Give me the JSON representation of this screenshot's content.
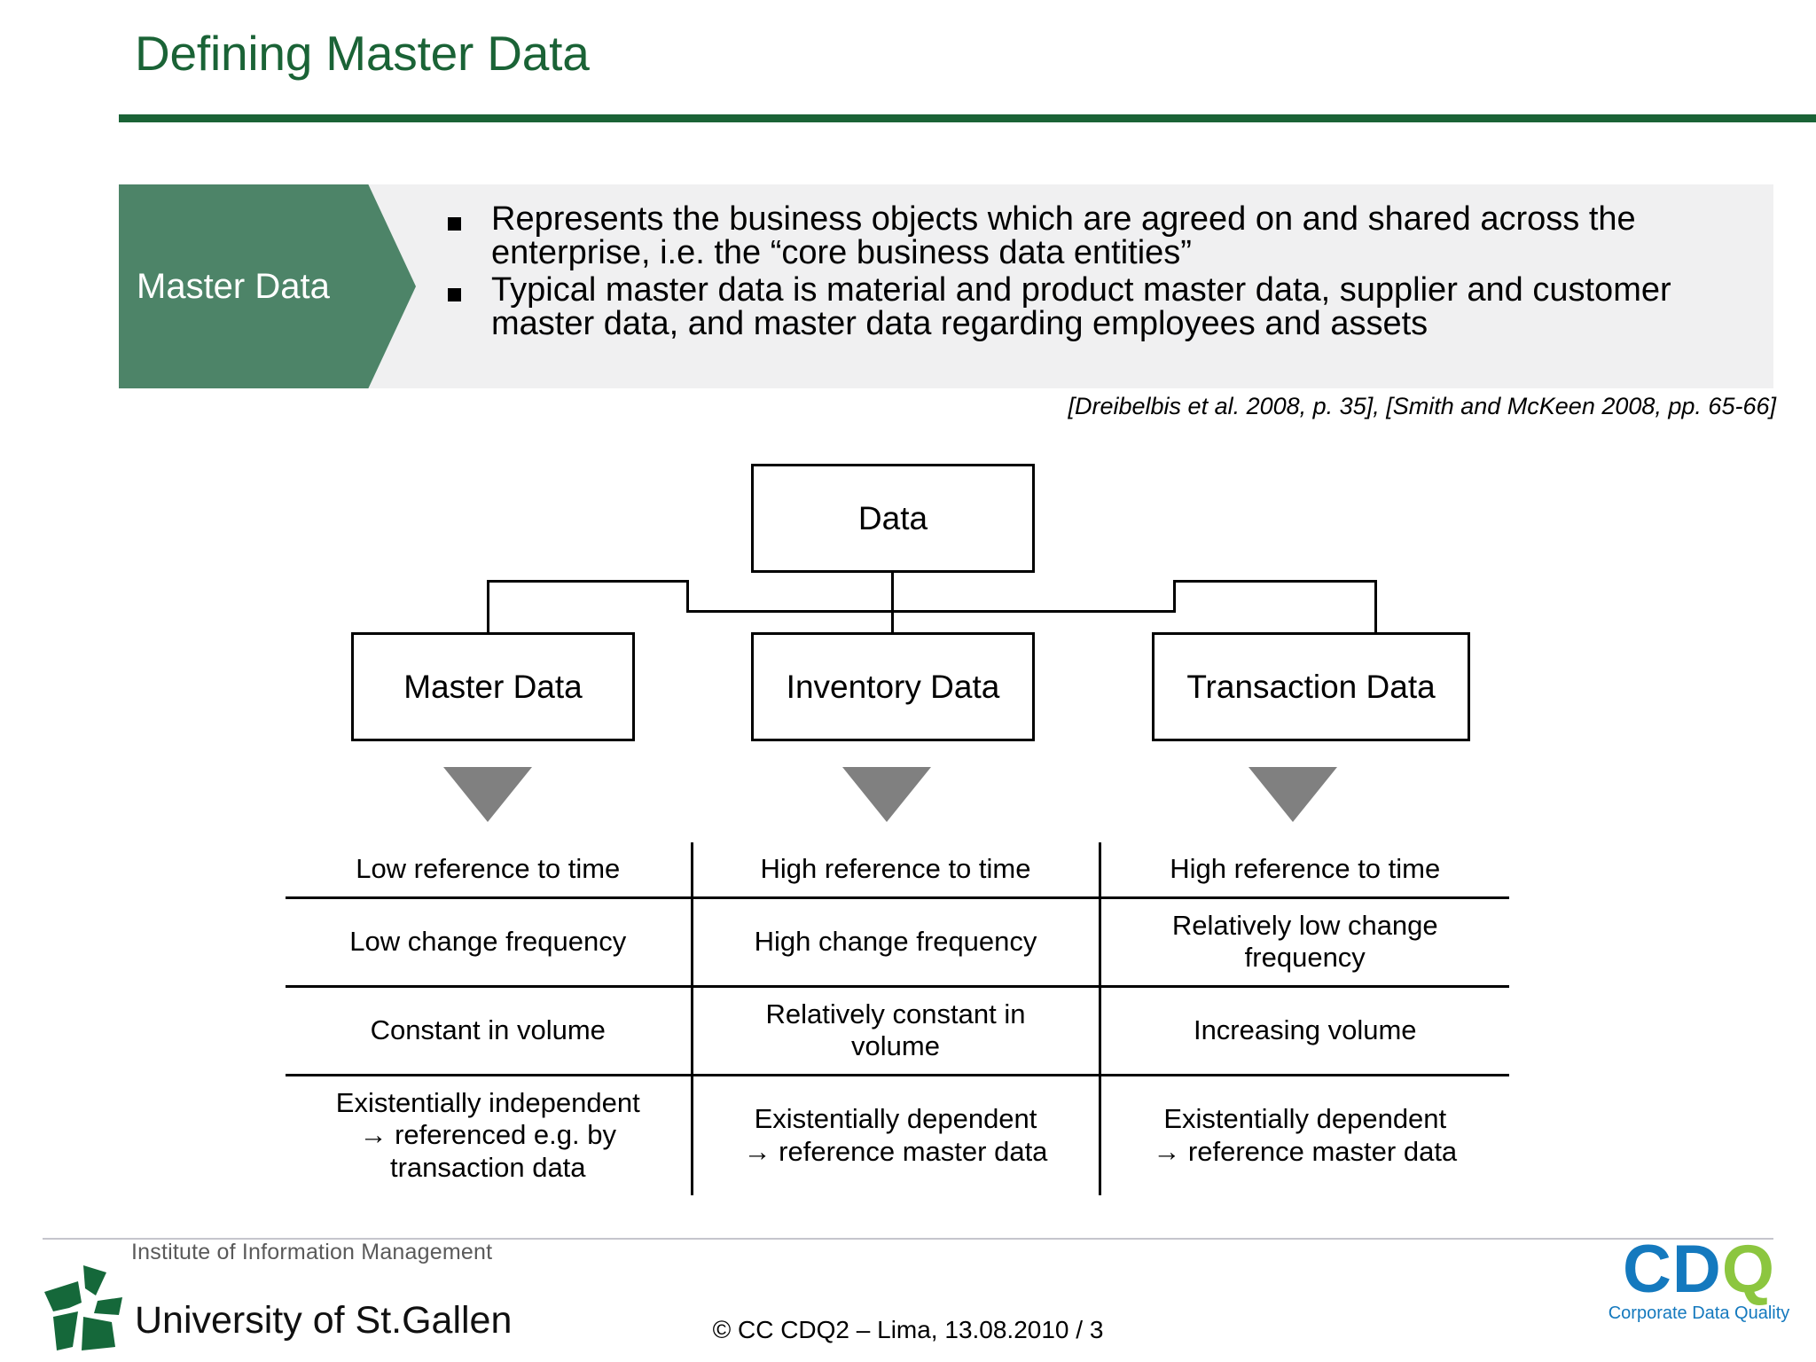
{
  "header": {
    "title": "Defining Master Data",
    "rule_color": "#1a6336",
    "title_color": "#1a6336"
  },
  "callout": {
    "tag_label": "Master Data",
    "tag_color": "#4d8468",
    "band_color": "#f0f0f1",
    "bullets": [
      "Represents the business objects which are agreed on and shared across the enterprise, i.e. the “core business data entities”",
      "Typical master data is material and product master data, supplier and customer master data, and master data regarding employees and assets"
    ],
    "citation": "[Dreibelbis et al. 2008, p. 35], [Smith and McKeen 2008, pp. 65-66]"
  },
  "diagram": {
    "root": "Data",
    "children": [
      "Master Data",
      "Inventory Data",
      "Transaction Data"
    ],
    "arrow_color": "#808080"
  },
  "chart_data": {
    "type": "table",
    "title": "Data type comparison",
    "categories": [
      "Master Data",
      "Inventory Data",
      "Transaction Data"
    ],
    "rows": [
      {
        "master": [
          "Low reference to time"
        ],
        "inventory": [
          "High reference to time"
        ],
        "transaction": [
          "High reference to time"
        ]
      },
      {
        "master": [
          "Low change frequency"
        ],
        "inventory": [
          "High change frequency"
        ],
        "transaction": [
          "Relatively low change",
          "frequency"
        ]
      },
      {
        "master": [
          "Constant in volume"
        ],
        "inventory": [
          "Relatively  constant in",
          "volume"
        ],
        "transaction": [
          "Increasing volume"
        ]
      },
      {
        "master": [
          "Existentially independent",
          "→ referenced e.g. by",
          "transaction data"
        ],
        "inventory": [
          "Existentially dependent",
          "→ reference  master data"
        ],
        "transaction": [
          "Existentially dependent",
          "→ reference master data"
        ]
      }
    ]
  },
  "footer": {
    "institute": "Institute of Information Management",
    "university": "University of St.Gallen",
    "center_text": "© CC CDQ2 – Lima, 13.08.2010 / 3",
    "cdq_cd": "CD",
    "cdq_q": "Q",
    "cdq_tagline": "Corporate Data Quality",
    "cdq_blue": "#1479be",
    "cdq_green": "#8cc63f",
    "unisg_green": "#15683a"
  }
}
